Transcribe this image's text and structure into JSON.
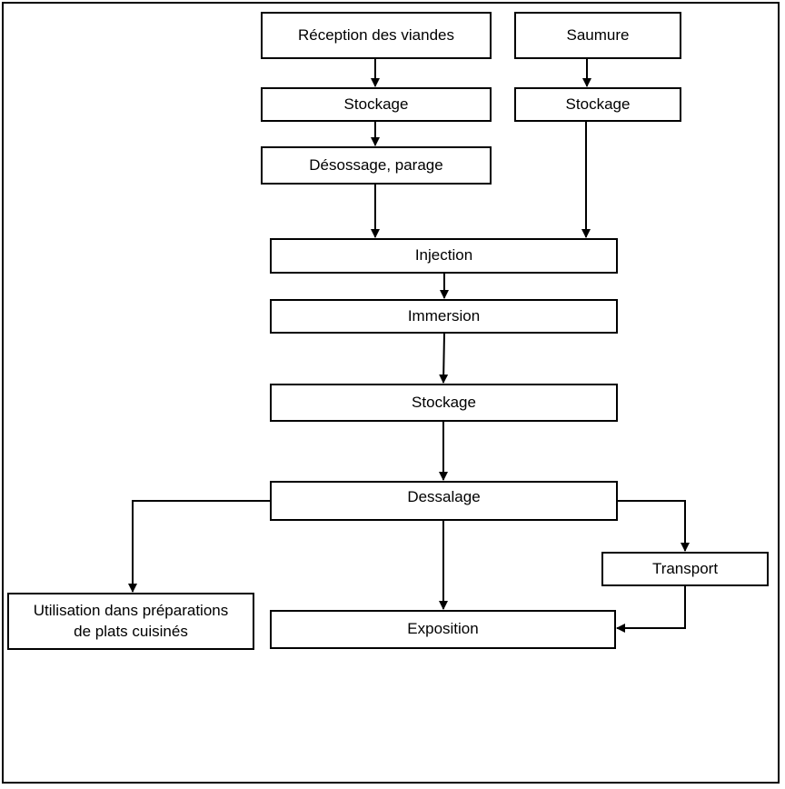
{
  "diagram": {
    "nodes": {
      "reception": "Réception des viandes",
      "saumure": "Saumure",
      "stockage_viandes": "Stockage",
      "stockage_saumure": "Stockage",
      "desossage": "Désossage, parage",
      "injection": "Injection",
      "immersion": "Immersion",
      "stockage_final": "Stockage",
      "dessalage": "Dessalage",
      "utilisation": "Utilisation dans préparations\nde plats cuisinés",
      "transport": "Transport",
      "exposition": "Exposition"
    },
    "edges": [
      [
        "reception",
        "stockage_viandes"
      ],
      [
        "stockage_viandes",
        "desossage"
      ],
      [
        "saumure",
        "stockage_saumure"
      ],
      [
        "desossage",
        "injection"
      ],
      [
        "stockage_saumure",
        "injection"
      ],
      [
        "injection",
        "immersion"
      ],
      [
        "immersion",
        "stockage_final"
      ],
      [
        "stockage_final",
        "dessalage"
      ],
      [
        "dessalage",
        "utilisation"
      ],
      [
        "dessalage",
        "exposition"
      ],
      [
        "dessalage",
        "transport"
      ],
      [
        "transport",
        "exposition"
      ]
    ]
  }
}
